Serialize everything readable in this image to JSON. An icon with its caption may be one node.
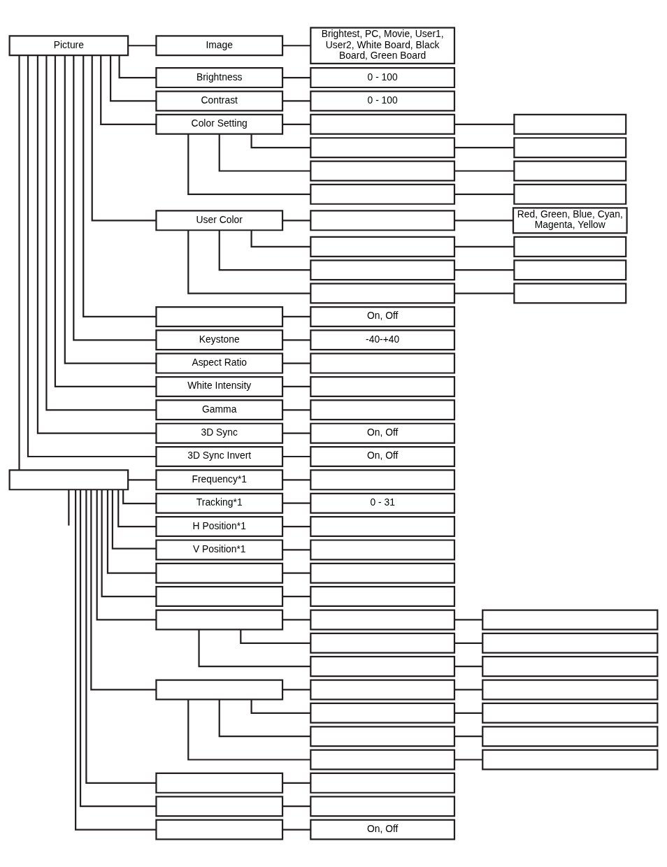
{
  "diagram": {
    "nodes": [
      {
        "text": [
          "Picture"
        ]
      },
      {
        "text": [
          "Image"
        ]
      },
      {
        "text": [
          "Brightest, PC, Movie, User1, User2, White Board, Black Board, Green Board"
        ]
      },
      {
        "text": [
          "Brightness"
        ]
      },
      {
        "text": [
          "0 - 100"
        ]
      },
      {
        "text": [
          "Contrast"
        ]
      },
      {
        "text": [
          "0 - 100"
        ]
      },
      {
        "text": [
          "Color Setting"
        ]
      },
      {
        "text": [],
        "shape": "box"
      },
      {
        "text": [],
        "shape": "box"
      },
      {
        "text": [],
        "shape": "box"
      },
      {
        "text": [],
        "shape": "box"
      },
      {
        "text": [],
        "shape": "box"
      },
      {
        "text": [],
        "shape": "box"
      },
      {
        "text": [],
        "shape": "box"
      },
      {
        "text": [],
        "shape": "box"
      },
      {
        "text": [
          "User Color"
        ]
      },
      {
        "text": [],
        "shape": "box"
      },
      {
        "text": [
          "Red, Green, Blue, Cyan, Magenta, Yellow"
        ]
      },
      {
        "text": [],
        "shape": "box"
      },
      {
        "text": [],
        "shape": "box"
      },
      {
        "text": [],
        "shape": "box"
      },
      {
        "text": [],
        "shape": "box"
      },
      {
        "text": [],
        "shape": "box"
      },
      {
        "text": [],
        "shape": "box"
      },
      {
        "text": [],
        "shape": "box"
      },
      {
        "text": [
          "On, Off"
        ]
      },
      {
        "text": [
          "Keystone"
        ]
      },
      {
        "text": [
          "-40-+40"
        ]
      },
      {
        "text": [
          "Aspect Ratio"
        ]
      },
      {
        "text": [],
        "shape": "box"
      },
      {
        "text": [
          "White Intensity"
        ]
      },
      {
        "text": [],
        "shape": "box"
      },
      {
        "text": [
          "Gamma"
        ]
      },
      {
        "text": [],
        "shape": "box"
      },
      {
        "text": [
          "3D Sync"
        ]
      },
      {
        "text": [
          "On, Off"
        ]
      },
      {
        "text": [
          "3D Sync Invert"
        ]
      },
      {
        "text": [
          "On, Off"
        ]
      },
      {
        "text": [],
        "shape": "box"
      },
      {
        "text": [
          "Frequency*1"
        ]
      },
      {
        "text": [],
        "shape": "box"
      },
      {
        "text": [
          "Tracking*1"
        ]
      },
      {
        "text": [
          "0 - 31"
        ]
      },
      {
        "text": [
          "H Position*1"
        ]
      },
      {
        "text": [],
        "shape": "box"
      },
      {
        "text": [
          "V Position*1"
        ]
      },
      {
        "text": [],
        "shape": "box"
      },
      {
        "text": [],
        "shape": "box"
      },
      {
        "text": [],
        "shape": "box"
      },
      {
        "text": [],
        "shape": "box"
      },
      {
        "text": [],
        "shape": "box"
      },
      {
        "text": [],
        "shape": "box"
      },
      {
        "text": [],
        "shape": "box"
      },
      {
        "text": [],
        "shape": "box"
      },
      {
        "text": [],
        "shape": "box"
      },
      {
        "text": [],
        "shape": "box"
      },
      {
        "text": [],
        "shape": "box"
      },
      {
        "text": [],
        "shape": "box"
      },
      {
        "text": [],
        "shape": "box"
      },
      {
        "text": [],
        "shape": "box"
      },
      {
        "text": [],
        "shape": "box"
      },
      {
        "text": [],
        "shape": "box"
      },
      {
        "text": [],
        "shape": "box"
      },
      {
        "text": [],
        "shape": "box"
      },
      {
        "text": [],
        "shape": "box"
      },
      {
        "text": [],
        "shape": "box"
      },
      {
        "text": [],
        "shape": "box"
      },
      {
        "text": [],
        "shape": "box"
      },
      {
        "text": [],
        "shape": "box"
      },
      {
        "text": [],
        "shape": "box"
      },
      {
        "text": [],
        "shape": "box"
      },
      {
        "text": [],
        "shape": "box"
      },
      {
        "text": [
          "On, Off"
        ]
      }
    ],
    "edges": [
      {
        "from": 0,
        "to": 1,
        "arrow": "none"
      },
      {
        "from": 1,
        "to": 2,
        "arrow": "none"
      },
      {
        "from": 0,
        "to": 3,
        "arrow": "none"
      },
      {
        "from": 3,
        "to": 4,
        "arrow": "none"
      },
      {
        "from": 0,
        "to": 5,
        "arrow": "none"
      },
      {
        "from": 5,
        "to": 6,
        "arrow": "none"
      },
      {
        "from": 0,
        "to": 7,
        "arrow": "none"
      },
      {
        "from": 7,
        "to": 8,
        "arrow": "none"
      },
      {
        "from": 8,
        "to": 9,
        "arrow": "none"
      },
      {
        "from": 7,
        "to": 10,
        "arrow": "none"
      },
      {
        "from": 10,
        "to": 11,
        "arrow": "none"
      },
      {
        "from": 7,
        "to": 12,
        "arrow": "none"
      },
      {
        "from": 12,
        "to": 13,
        "arrow": "none"
      },
      {
        "from": 7,
        "to": 14,
        "arrow": "none"
      },
      {
        "from": 14,
        "to": 15,
        "arrow": "none"
      },
      {
        "from": 0,
        "to": 16,
        "arrow": "none"
      },
      {
        "from": 16,
        "to": 17,
        "arrow": "none"
      },
      {
        "from": 17,
        "to": 18,
        "arrow": "none"
      },
      {
        "from": 16,
        "to": 19,
        "arrow": "none"
      },
      {
        "from": 19,
        "to": 20,
        "arrow": "none"
      },
      {
        "from": 16,
        "to": 21,
        "arrow": "none"
      },
      {
        "from": 21,
        "to": 22,
        "arrow": "none"
      },
      {
        "from": 16,
        "to": 23,
        "arrow": "none"
      },
      {
        "from": 23,
        "to": 24,
        "arrow": "none"
      },
      {
        "from": 0,
        "to": 25,
        "arrow": "none"
      },
      {
        "from": 25,
        "to": 26,
        "arrow": "none"
      },
      {
        "from": 0,
        "to": 27,
        "arrow": "none"
      },
      {
        "from": 27,
        "to": 28,
        "arrow": "none"
      },
      {
        "from": 0,
        "to": 29,
        "arrow": "none"
      },
      {
        "from": 29,
        "to": 30,
        "arrow": "none"
      },
      {
        "from": 0,
        "to": 31,
        "arrow": "none"
      },
      {
        "from": 31,
        "to": 32,
        "arrow": "none"
      },
      {
        "from": 0,
        "to": 33,
        "arrow": "none"
      },
      {
        "from": 33,
        "to": 34,
        "arrow": "none"
      },
      {
        "from": 0,
        "to": 35,
        "arrow": "none"
      },
      {
        "from": 35,
        "to": 36,
        "arrow": "none"
      },
      {
        "from": 0,
        "to": 37,
        "arrow": "none"
      },
      {
        "from": 37,
        "to": 38,
        "arrow": "none"
      },
      {
        "from": 0,
        "to": 39,
        "arrow": "none"
      },
      {
        "from": 39,
        "to": null,
        "arrow": "none"
      },
      {
        "from": 39,
        "to": 40,
        "arrow": "none"
      },
      {
        "from": 40,
        "to": 41,
        "arrow": "none"
      },
      {
        "from": 39,
        "to": 42,
        "arrow": "none"
      },
      {
        "from": 42,
        "to": 43,
        "arrow": "none"
      },
      {
        "from": 39,
        "to": 44,
        "arrow": "none"
      },
      {
        "from": 44,
        "to": 45,
        "arrow": "none"
      },
      {
        "from": 39,
        "to": 46,
        "arrow": "none"
      },
      {
        "from": 46,
        "to": 47,
        "arrow": "none"
      },
      {
        "from": 39,
        "to": 48,
        "arrow": "none"
      },
      {
        "from": 48,
        "to": 49,
        "arrow": "none"
      },
      {
        "from": 39,
        "to": 50,
        "arrow": "none"
      },
      {
        "from": 50,
        "to": 51,
        "arrow": "none"
      },
      {
        "from": 39,
        "to": 52,
        "arrow": "none"
      },
      {
        "from": 52,
        "to": 53,
        "arrow": "none"
      },
      {
        "from": 53,
        "to": 54,
        "arrow": "none"
      },
      {
        "from": 52,
        "to": 55,
        "arrow": "none"
      },
      {
        "from": 55,
        "to": 56,
        "arrow": "none"
      },
      {
        "from": 52,
        "to": 57,
        "arrow": "none"
      },
      {
        "from": 57,
        "to": 58,
        "arrow": "none"
      },
      {
        "from": 39,
        "to": 59,
        "arrow": "none"
      },
      {
        "from": 59,
        "to": 60,
        "arrow": "none"
      },
      {
        "from": 60,
        "to": 61,
        "arrow": "none"
      },
      {
        "from": 59,
        "to": 62,
        "arrow": "none"
      },
      {
        "from": 62,
        "to": 63,
        "arrow": "none"
      },
      {
        "from": 59,
        "to": 64,
        "arrow": "none"
      },
      {
        "from": 64,
        "to": 65,
        "arrow": "none"
      },
      {
        "from": 59,
        "to": 66,
        "arrow": "none"
      },
      {
        "from": 66,
        "to": 67,
        "arrow": "none"
      },
      {
        "from": 39,
        "to": 68,
        "arrow": "none"
      },
      {
        "from": 68,
        "to": 69,
        "arrow": "none"
      },
      {
        "from": 39,
        "to": 70,
        "arrow": "none"
      },
      {
        "from": 70,
        "to": 71,
        "arrow": "none"
      },
      {
        "from": 39,
        "to": 72,
        "arrow": "none"
      },
      {
        "from": 72,
        "to": 73,
        "arrow": "none"
      }
    ]
  }
}
